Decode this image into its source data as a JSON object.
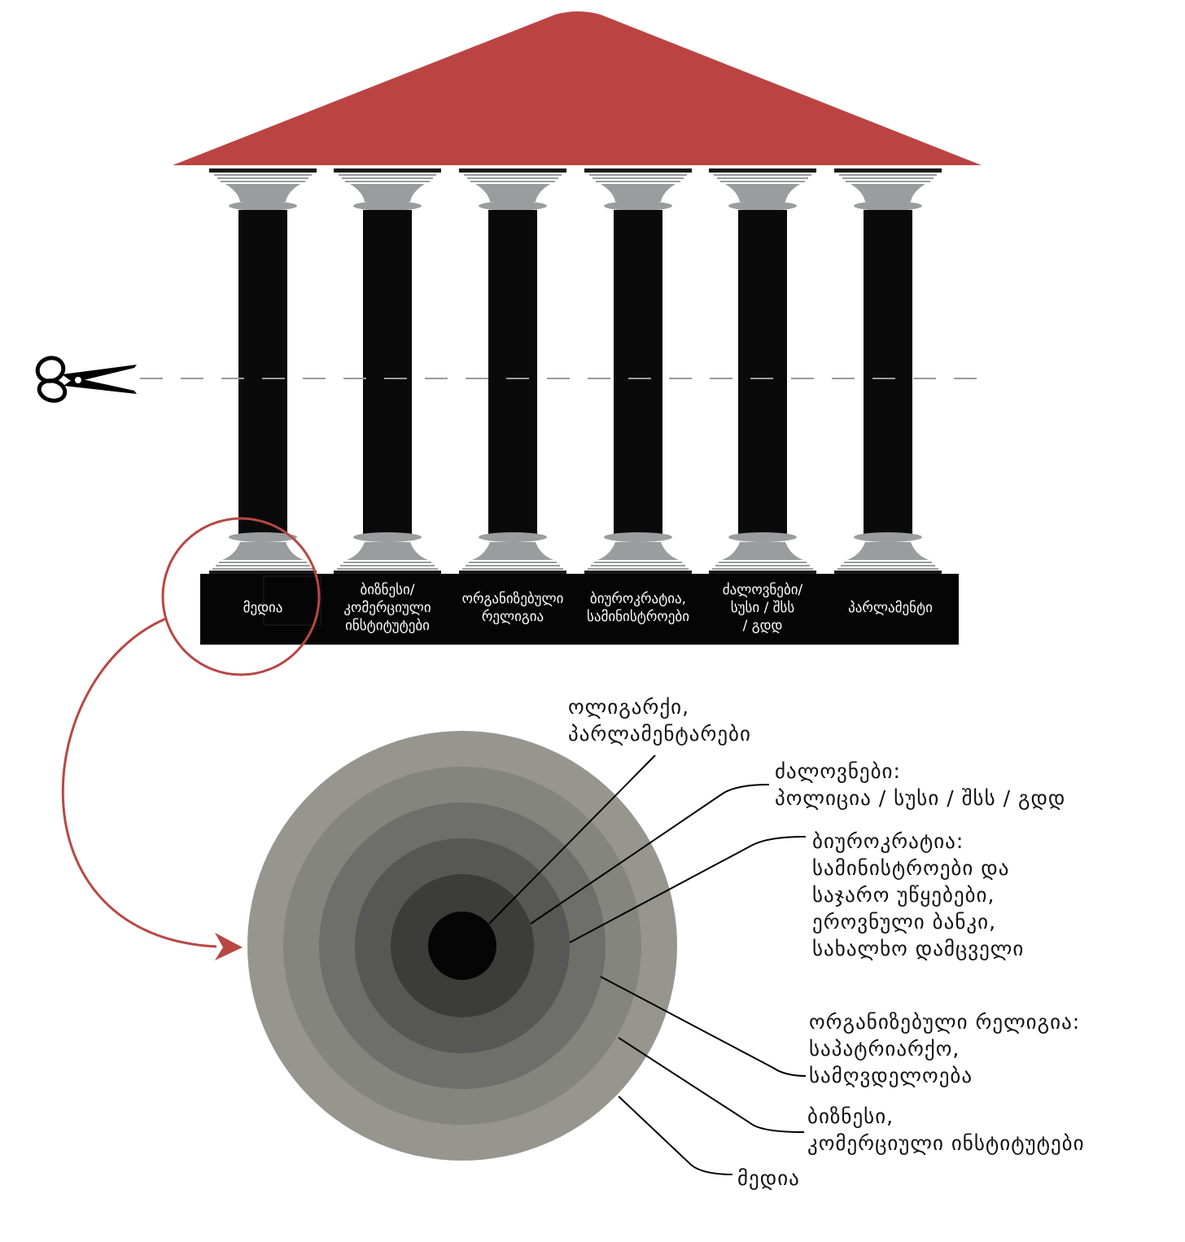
{
  "colors": {
    "roof": "#bb4442",
    "column": "#0a0a0a",
    "capital": "#9a9c9d",
    "base_bar": "#050505",
    "accent_red": "#b84744",
    "dash": "#9a9a9a",
    "rings": [
      "#96968f",
      "#85857f",
      "#6e6e6a",
      "#575755",
      "#3c3c3a",
      "#050505"
    ]
  },
  "icons": {
    "scissors": "scissors-icon",
    "arrow": "curved-arrow-icon"
  },
  "pillars": [
    {
      "label": [
        "მედია"
      ]
    },
    {
      "label": [
        "ბიზნესი/",
        "კომერციული",
        "ინსტიტუტები"
      ]
    },
    {
      "label": [
        "ორგანიზებული",
        "რელიგია"
      ]
    },
    {
      "label": [
        "ბიუროკრატია,",
        "სამინისტროები"
      ]
    },
    {
      "label": [
        "ძალოვნები/",
        "სუსი / შსს",
        "/ გდდ"
      ]
    },
    {
      "label": [
        "პარლამენტი"
      ]
    }
  ],
  "rings": [
    {
      "label": [
        "მედია"
      ]
    },
    {
      "label": [
        "ბიზნესი,",
        "კომერციული ინსტიტუტები"
      ]
    },
    {
      "label": [
        "ორგანიზებული რელიგია:",
        "საპატრიარქო,",
        "სამღვდელოება"
      ]
    },
    {
      "label": [
        "ბიუროკრატია:",
        "სამინისტროები და",
        "საჯარო უწყებები,",
        "ეროვნული ბანკი,",
        "სახალხო დამცველი"
      ]
    },
    {
      "label": [
        "ძალოვნები:",
        "პოლიცია / სუსი / შსს / გდდ"
      ]
    },
    {
      "label": [
        "ოლიგარქი,",
        "პარლამენტარები"
      ]
    }
  ]
}
